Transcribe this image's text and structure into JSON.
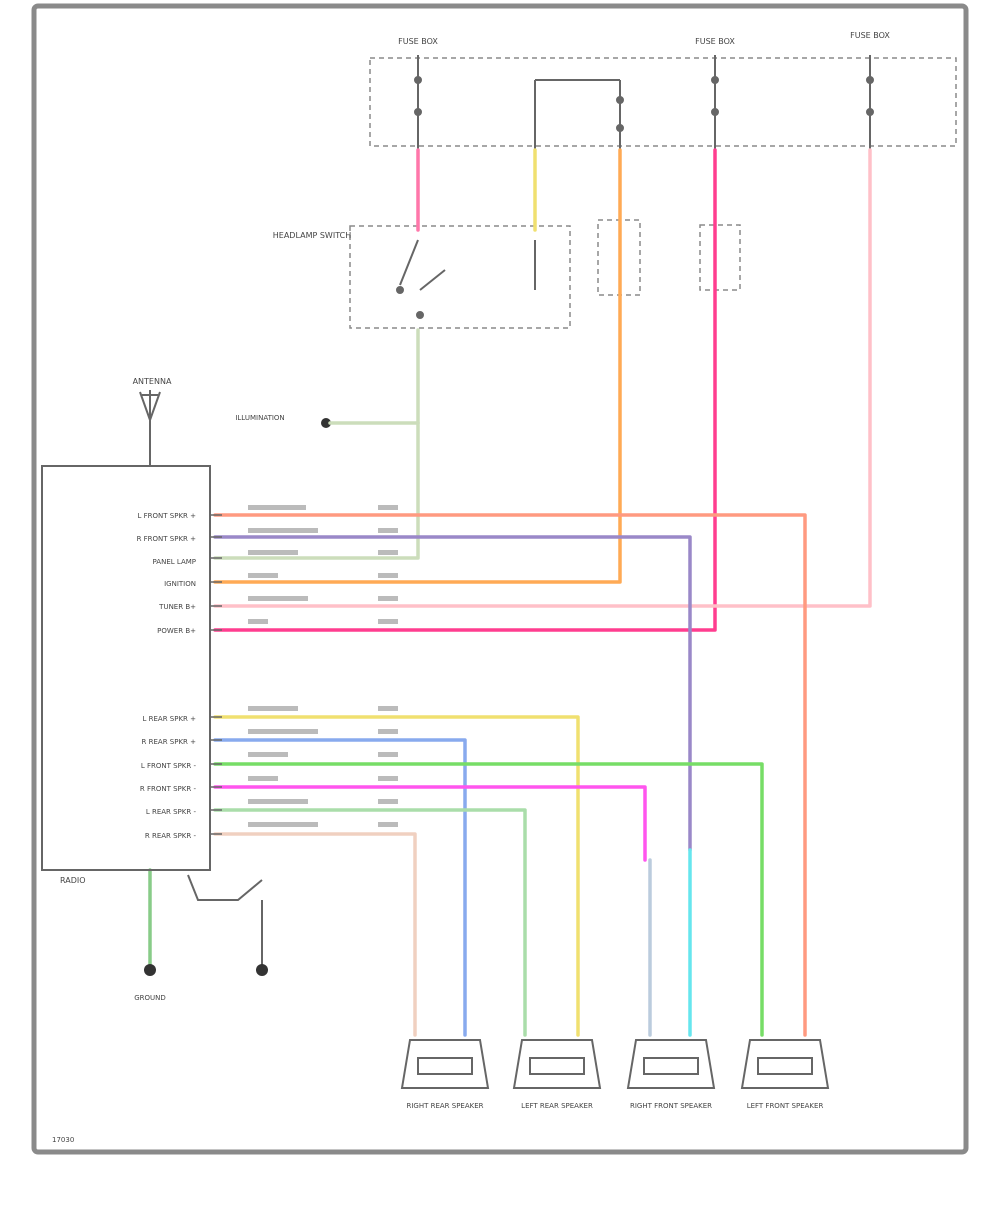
{
  "colors": {
    "pink": "#ff77aa",
    "hotpink": "#ff3d8f",
    "orange": "#ffaa55",
    "yellow": "#f0e070",
    "purple": "#9a88c8",
    "lightpink": "#ffc0c8",
    "green": "#77dd66",
    "blue": "#88aaee",
    "magenta": "#ff55ee",
    "grayblue": "#bbccdd",
    "cyan": "#66e6ee",
    "lightgreen": "#aaddaa",
    "tan": "#f0d0c0",
    "darkline": "#666666"
  },
  "diagram": {
    "figure_number": "17030",
    "fuse_box_left": "FUSE BOX",
    "fuse_box_center": "FUSE BOX",
    "fuse_box_right": "FUSE BOX",
    "headlamp_switch": "HEADLAMP SWITCH",
    "antenna": "ANTENNA",
    "radio": "RADIO",
    "ground_connection": "GROUND",
    "illumination_label": "ILLUMINATION",
    "radio_pins_top": [
      "L FRONT SPKR +",
      "R FRONT SPKR +",
      "PANEL LAMP",
      "IGNITION",
      "TUNER B+",
      "POWER B+"
    ],
    "radio_pins_bottom": [
      "L REAR SPKR +",
      "R REAR SPKR +",
      "L FRONT SPKR -",
      "R FRONT SPKR -",
      "L REAR SPKR -",
      "R REAR SPKR -"
    ],
    "speakers": [
      "RIGHT REAR SPEAKER",
      "LEFT REAR SPEAKER",
      "RIGHT FRONT SPEAKER",
      "LEFT FRONT SPEAKER"
    ]
  }
}
